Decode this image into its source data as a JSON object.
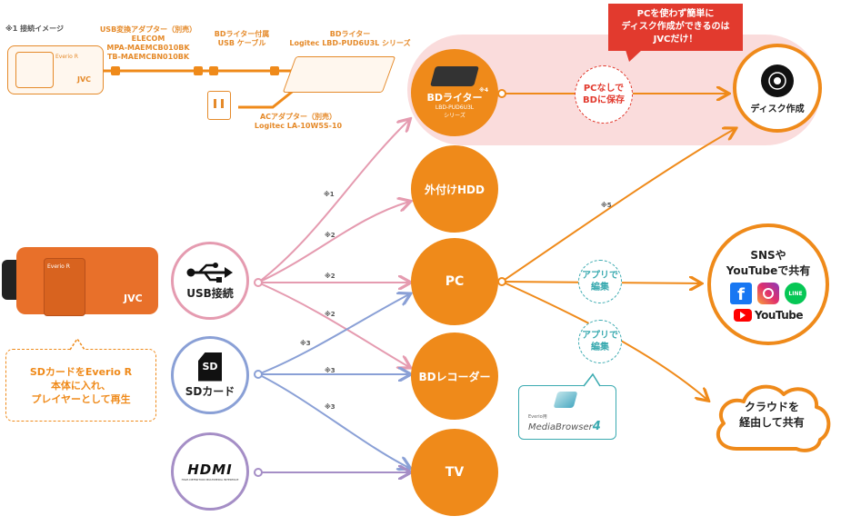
{
  "connection_example": {
    "title": "※1 接続イメージ",
    "usb_adapter": [
      "USB変換アダプター（別売）",
      "ELECOM",
      "MPA-MAEMCB010BK",
      "TB-MAEMCBN010BK"
    ],
    "bd_cable": [
      "BDライター付属",
      "USB ケーブル"
    ],
    "bd_writer": [
      "BDライター",
      "Logitec LBD-PUD6U3L シリーズ"
    ],
    "ac_adapter": [
      "ACアダプター（別売）",
      "Logitec LA-10W5S-10"
    ],
    "camera_label": "JVC",
    "camera_model": "Everio R"
  },
  "sources": {
    "usb": {
      "label": "USB接続"
    },
    "sd": {
      "label": "SDカード",
      "icon_text": "SD"
    },
    "hdmi": {
      "logo": "HDMI",
      "sub": "HIGH-DEFINITION MULTIMEDIA INTERFACE"
    }
  },
  "camera": {
    "brand": "JVC",
    "model": "Everio R"
  },
  "sd_note": [
    "SDカードをEverio R",
    "本体に入れ、",
    "プレイヤーとして再生"
  ],
  "targets": {
    "bd_writer": {
      "title": "BDライター",
      "model": "LBD-PUD6U3L",
      "series": "シリーズ",
      "note": "※4"
    },
    "hdd": {
      "label": "外付けHDD"
    },
    "pc": {
      "label": "PC"
    },
    "bd_recorder": {
      "label": "BDレコーダー"
    },
    "tv": {
      "label": "TV"
    }
  },
  "line_notes": [
    "※1",
    "※2",
    "※2",
    "※2",
    "※3",
    "※3",
    "※3",
    "※5"
  ],
  "no_pc": [
    "PCなしで",
    "BDに保存"
  ],
  "callout": [
    "PCを使わず簡単に",
    "ディスク作成ができるのは",
    "JVCだけ！"
  ],
  "disc": {
    "label": "ディスク作成"
  },
  "app_edit_1": [
    "アプリで",
    "編集"
  ],
  "app_edit_2": [
    "アプリで",
    "編集"
  ],
  "sns": {
    "title": [
      "SNSや",
      "YouTubeで共有"
    ],
    "facebook": "f",
    "line": "LINE",
    "youtube": "YouTube"
  },
  "cloud": {
    "label": [
      "クラウドを",
      "経由して共有"
    ]
  },
  "mediabrowser": {
    "sub": "Everio用",
    "name": "MediaBrowser",
    "version": "4"
  },
  "colors": {
    "orange": "#ef8a1a",
    "pink": "#e59bb0",
    "blue": "#8aa0d6",
    "purple": "#a58ec6",
    "teal": "#3aaab0",
    "callout_red": "#e23a2e",
    "highlight_bg": "#fadcdc"
  }
}
